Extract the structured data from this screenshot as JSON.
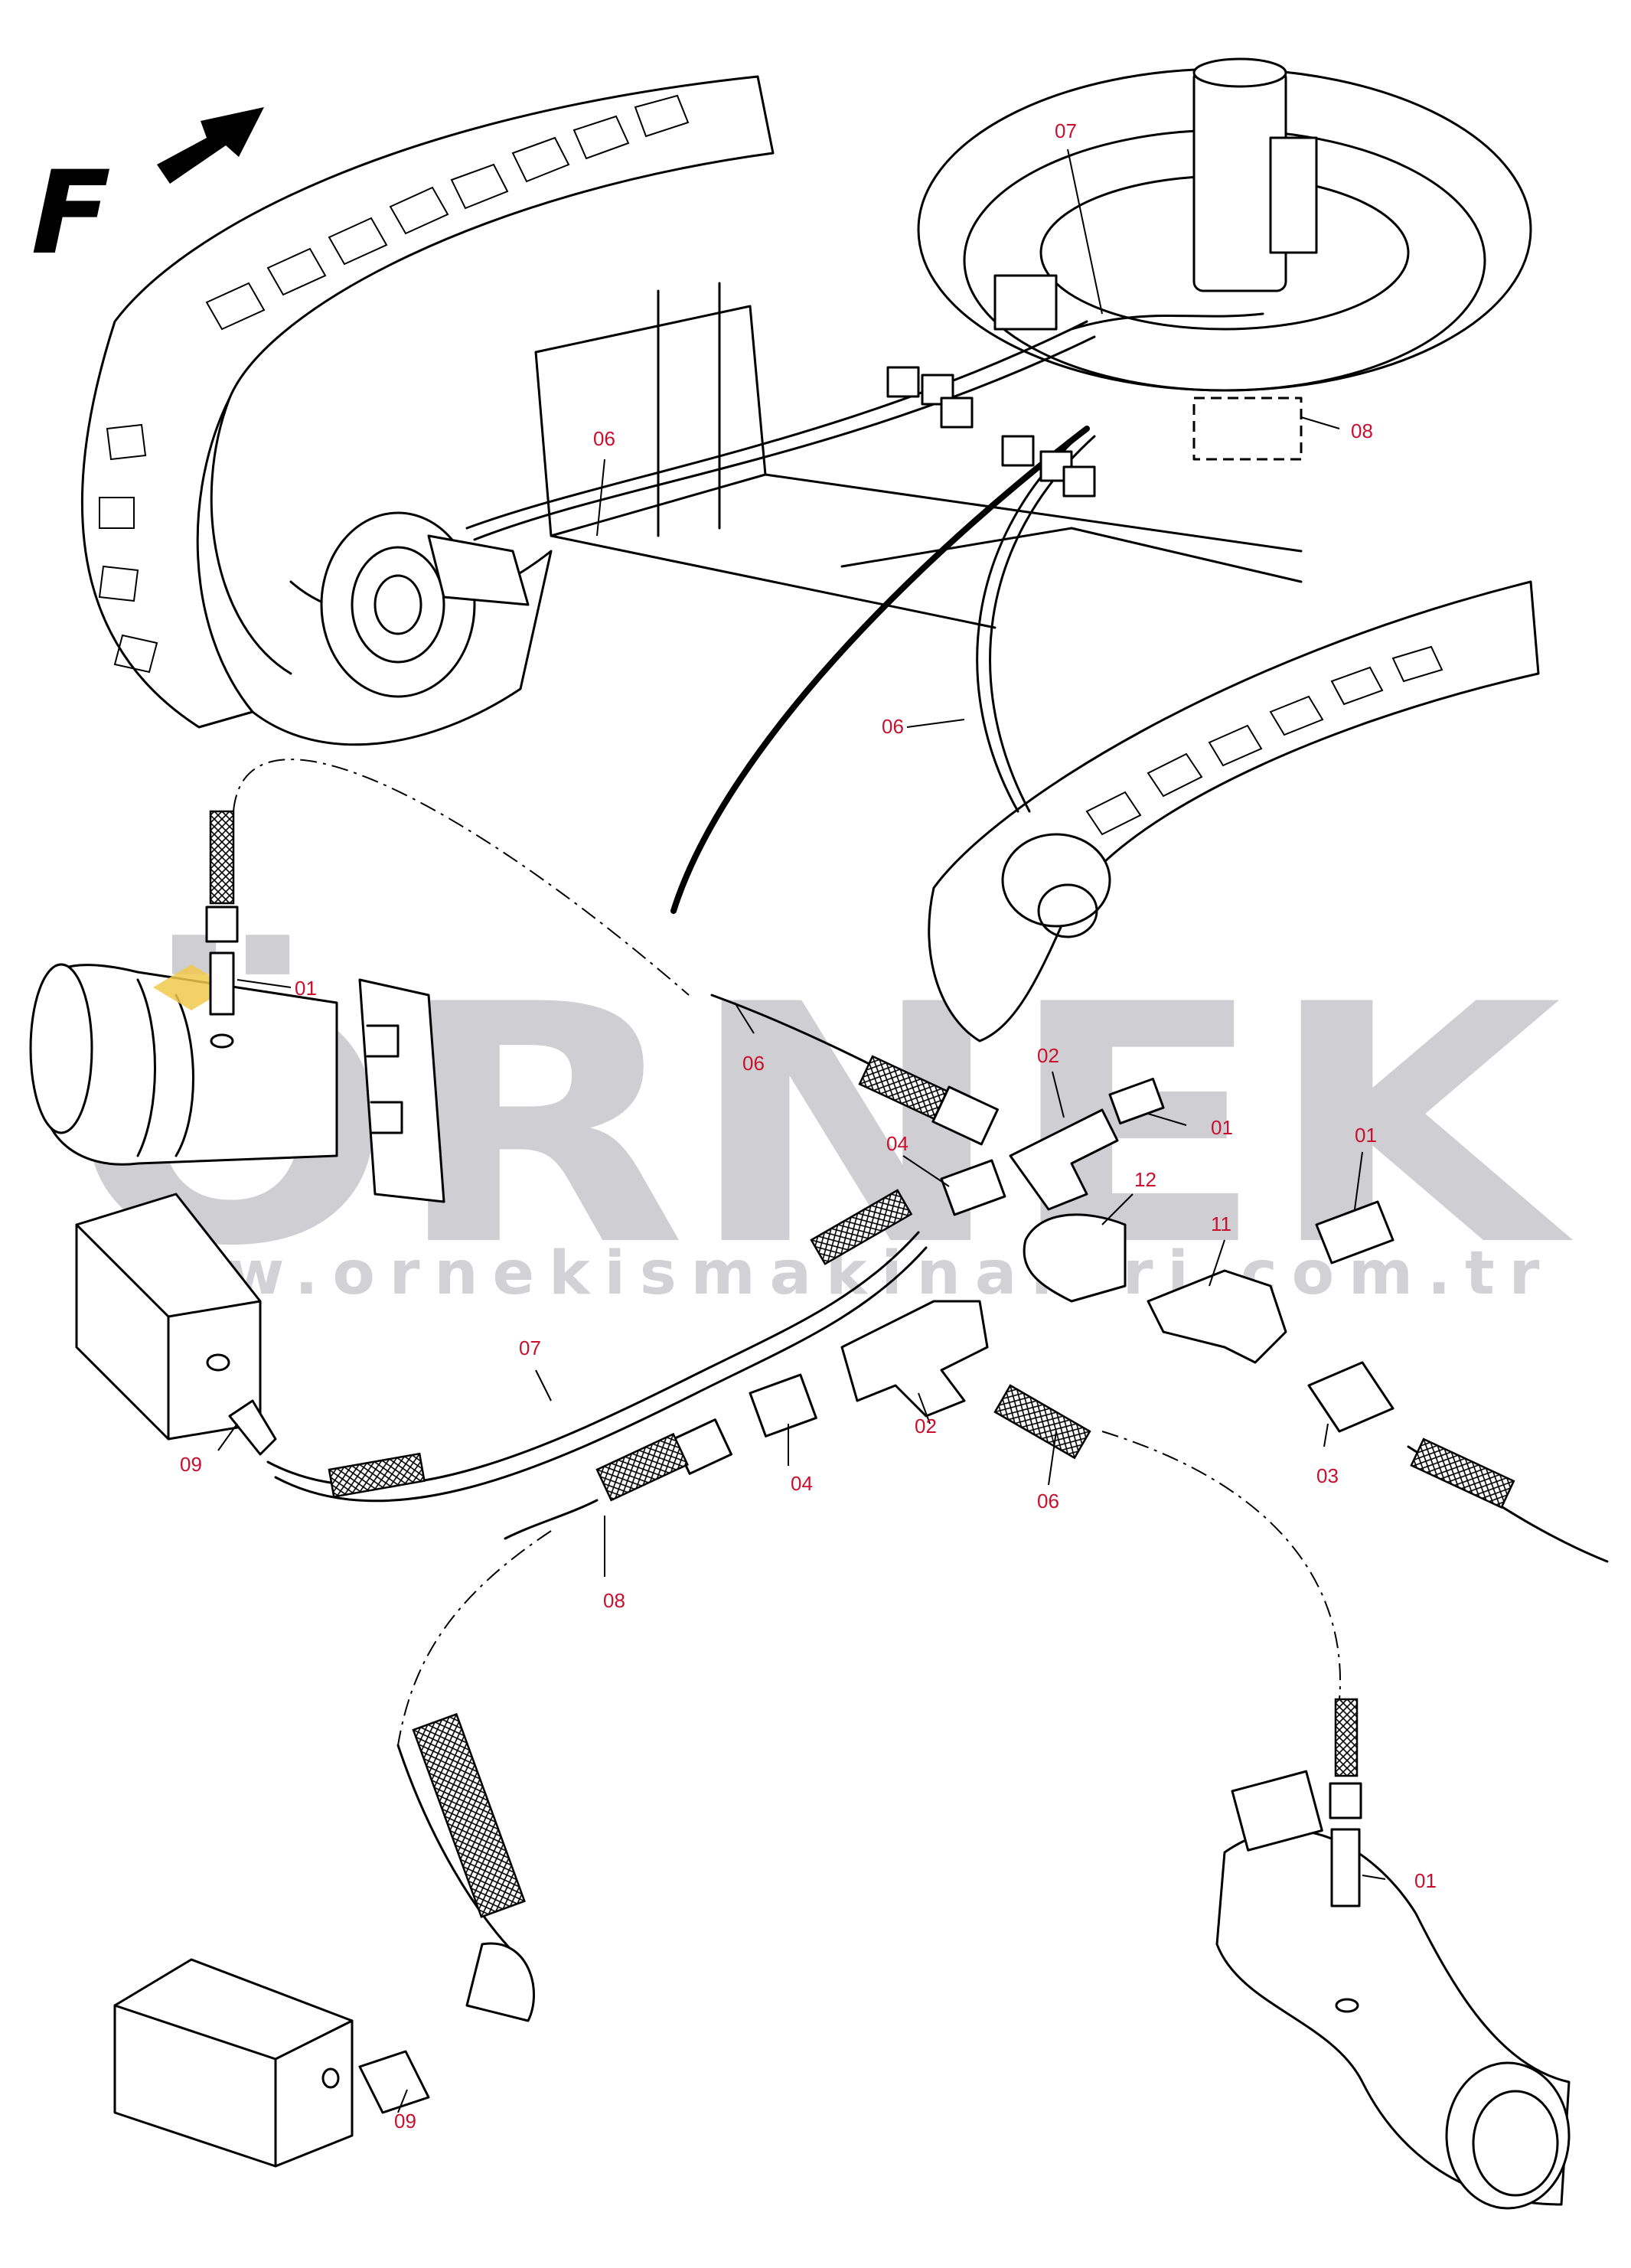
{
  "direction_marker": "F",
  "watermark": {
    "brand": "ÖRNEK",
    "url": "www.ornekismakinalari.com.tr"
  },
  "callouts": [
    {
      "label": "07"
    },
    {
      "label": "08"
    },
    {
      "label": "06"
    },
    {
      "label": "06"
    },
    {
      "label": "01"
    },
    {
      "label": "06"
    },
    {
      "label": "02"
    },
    {
      "label": "01"
    },
    {
      "label": "04"
    },
    {
      "label": "01"
    },
    {
      "label": "12"
    },
    {
      "label": "11"
    },
    {
      "label": "07"
    },
    {
      "label": "09"
    },
    {
      "label": "02"
    },
    {
      "label": "04"
    },
    {
      "label": "06"
    },
    {
      "label": "03"
    },
    {
      "label": "08"
    },
    {
      "label": "01"
    },
    {
      "label": "09"
    }
  ],
  "colors": {
    "callout": "#c8102e",
    "watermark": "#cfcfd3",
    "line": "#000000",
    "highlight": "#f2c94c"
  }
}
